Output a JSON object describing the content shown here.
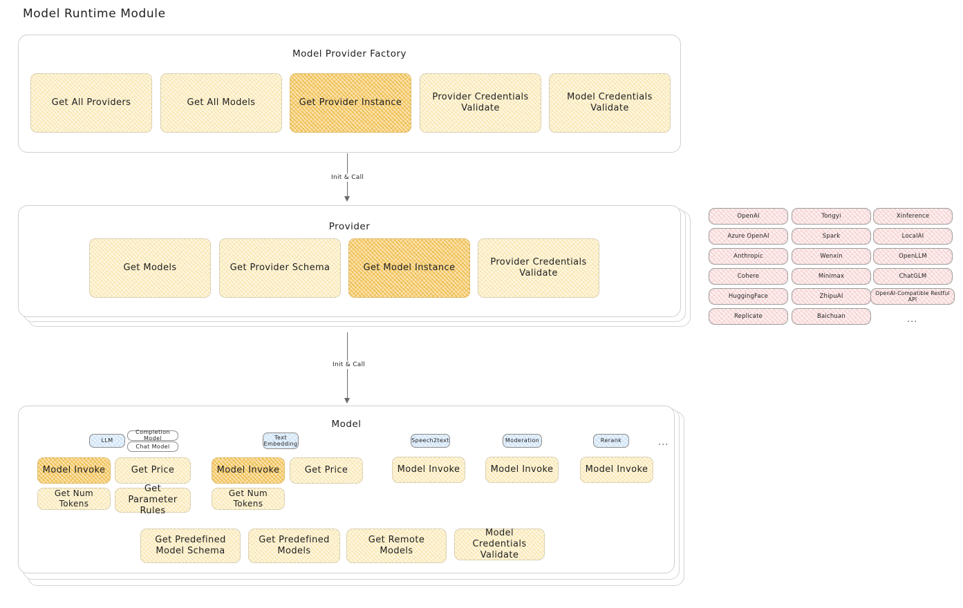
{
  "page": {
    "title": "Model Runtime Module"
  },
  "colors": {
    "op_fill": "#fdf6df",
    "op_fill_highlight": "#fbe3ae",
    "provider_pill_fill": "#fdeeee",
    "model_badge_fill": "#e8f2fb",
    "card_stroke": "#cfcfcf",
    "arrow": "#6a6a6a"
  },
  "factory": {
    "title": "Model Provider Factory",
    "operations": [
      {
        "label": "Get All Providers",
        "highlighted": false
      },
      {
        "label": "Get All Models",
        "highlighted": false
      },
      {
        "label": "Get Provider Instance",
        "highlighted": true
      },
      {
        "label": "Provider Credentials Validate",
        "highlighted": false
      },
      {
        "label": "Model Credentials Validate",
        "highlighted": false
      }
    ]
  },
  "arrows": [
    {
      "label": "Init & Call",
      "from": "Model Provider Factory",
      "to": "Provider"
    },
    {
      "label": "Init & Call",
      "from": "Provider",
      "to": "Model"
    }
  ],
  "provider": {
    "title": "Provider",
    "operations": [
      {
        "label": "Get Models",
        "highlighted": false
      },
      {
        "label": "Get Provider Schema",
        "highlighted": false
      },
      {
        "label": "Get Model Instance",
        "highlighted": true
      },
      {
        "label": "Provider Credentials Validate",
        "highlighted": false
      }
    ]
  },
  "provider_list": {
    "columns": [
      [
        "OpenAI",
        "Azure OpenAI",
        "Anthropic",
        "Cohere",
        "HuggingFace",
        "Replicate"
      ],
      [
        "Tongyi",
        "Spark",
        "Wenxin",
        "Minimax",
        "ZhipuAI",
        "Baichuan"
      ],
      [
        "Xinference",
        "LocalAI",
        "OpenLLM",
        "ChatGLM",
        "OpenAI-Compatible Restful API"
      ]
    ],
    "more_indicator": "..."
  },
  "model": {
    "title": "Model",
    "more_indicator": "...",
    "types": [
      {
        "name": "LLM",
        "sub_badges": [
          "Completion Model",
          "Chat Model"
        ],
        "operations": [
          {
            "label": "Model Invoke",
            "highlighted": true
          },
          {
            "label": "Get Price",
            "highlighted": false
          },
          {
            "label": "Get Num Tokens",
            "highlighted": false
          },
          {
            "label": "Get Parameter Rules",
            "highlighted": false
          }
        ]
      },
      {
        "name": "Text Embedding",
        "sub_badges": [],
        "operations": [
          {
            "label": "Model Invoke",
            "highlighted": true
          },
          {
            "label": "Get Price",
            "highlighted": false
          },
          {
            "label": "Get Num Tokens",
            "highlighted": false
          }
        ]
      },
      {
        "name": "Speech2text",
        "sub_badges": [],
        "operations": [
          {
            "label": "Model Invoke",
            "highlighted": false
          }
        ]
      },
      {
        "name": "Moderation",
        "sub_badges": [],
        "operations": [
          {
            "label": "Model Invoke",
            "highlighted": false
          }
        ]
      },
      {
        "name": "Rerank",
        "sub_badges": [],
        "operations": [
          {
            "label": "Model Invoke",
            "highlighted": false
          }
        ]
      }
    ],
    "shared_operations": [
      "Get Predefined Model Schema",
      "Get Predefined Models",
      "Get Remote Models",
      "Model Credentials Validate"
    ]
  }
}
